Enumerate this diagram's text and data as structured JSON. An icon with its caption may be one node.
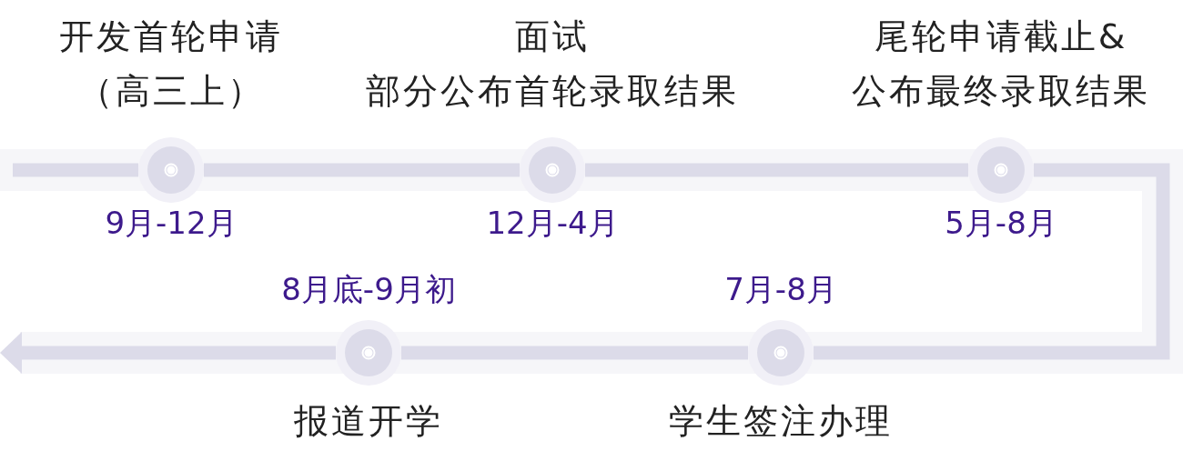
{
  "diagram": {
    "nodes": [
      {
        "text": [
          "开发首轮申请",
          "（高三上）"
        ],
        "beside": [
          "9月-12月"
        ]
      },
      {
        "text": [
          "面试",
          "部分公布首轮录取结果"
        ],
        "beside": [
          "12月-4月"
        ]
      },
      {
        "text": [
          "尾轮申请截止&",
          "公布最终录取结果"
        ],
        "beside": [
          "5月-8月"
        ]
      },
      {
        "text": [
          "学生签注办理"
        ],
        "beside": [
          "7月-8月"
        ]
      },
      {
        "text": [
          "报道开学"
        ],
        "beside": [
          "8月底-9月初"
        ]
      }
    ],
    "edges": [
      {
        "from": null,
        "to": 0,
        "arrow": "none"
      },
      {
        "from": 0,
        "to": 1,
        "arrow": "none"
      },
      {
        "from": 1,
        "to": 2,
        "arrow": "none"
      },
      {
        "from": 2,
        "to": 3,
        "arrow": "none"
      },
      {
        "from": 3,
        "to": 4,
        "arrow": "none"
      },
      {
        "from": 4,
        "to": null,
        "arrow": "to"
      }
    ]
  }
}
